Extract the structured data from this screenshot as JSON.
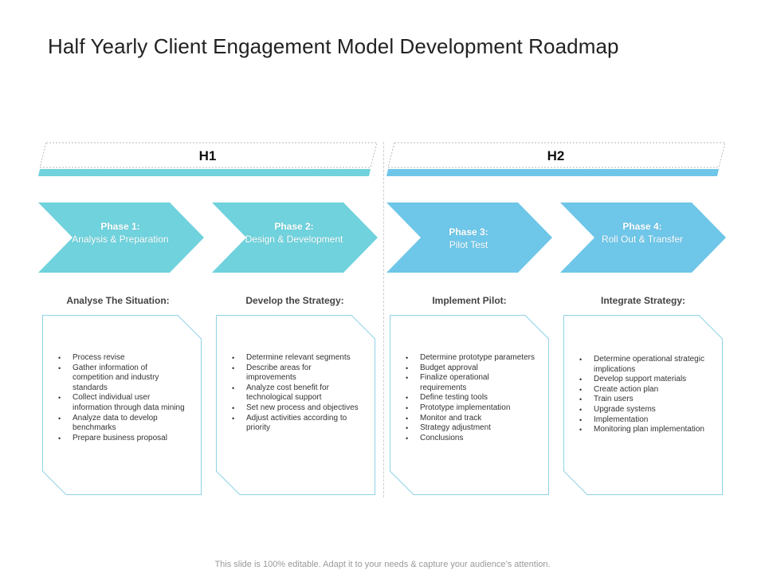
{
  "title": "Half Yearly Client Engagement Model Development Roadmap",
  "halves": [
    {
      "label": "H1",
      "color": "#6fd2dc"
    },
    {
      "label": "H2",
      "color": "#6ec6e8"
    }
  ],
  "phases": [
    {
      "number": "Phase 1:",
      "name": "Analysis & Preparation",
      "color": "#6fd2dc",
      "heading": "Analyse The Situation:",
      "items": [
        "Process revise",
        "Gather information of competition and industry standards",
        "Collect individual user information through data mining",
        "Analyze data to develop benchmarks",
        "Prepare business proposal"
      ]
    },
    {
      "number": "Phase 2:",
      "name": "Design & Development",
      "color": "#6fd2dc",
      "heading": "Develop the Strategy:",
      "items": [
        "Determine relevant segments",
        "Describe areas for improvements",
        "Analyze cost benefit for technological support",
        "Set new process and objectives",
        "Adjust activities according to priority"
      ]
    },
    {
      "number": "Phase 3:",
      "name": "Pilot Test",
      "color": "#6ec6e8",
      "heading": "Implement Pilot:",
      "items": [
        "Determine prototype parameters",
        "Budget approval",
        "Finalize operational requirements",
        "Define testing tools",
        "Prototype implementation",
        "Monitor and track",
        "Strategy adjustment",
        "Conclusions"
      ]
    },
    {
      "number": "Phase 4:",
      "name": "Roll Out & Transfer",
      "color": "#6ec6e8",
      "heading": "Integrate Strategy:",
      "items": [
        "Determine operational strategic implications",
        "Develop support materials",
        "Create action plan",
        "Train users",
        "Upgrade systems",
        "Implementation",
        "Monitoring plan implementation"
      ]
    }
  ],
  "footer": "This slide is 100% editable. Adapt it to your needs & capture your audience’s attention."
}
